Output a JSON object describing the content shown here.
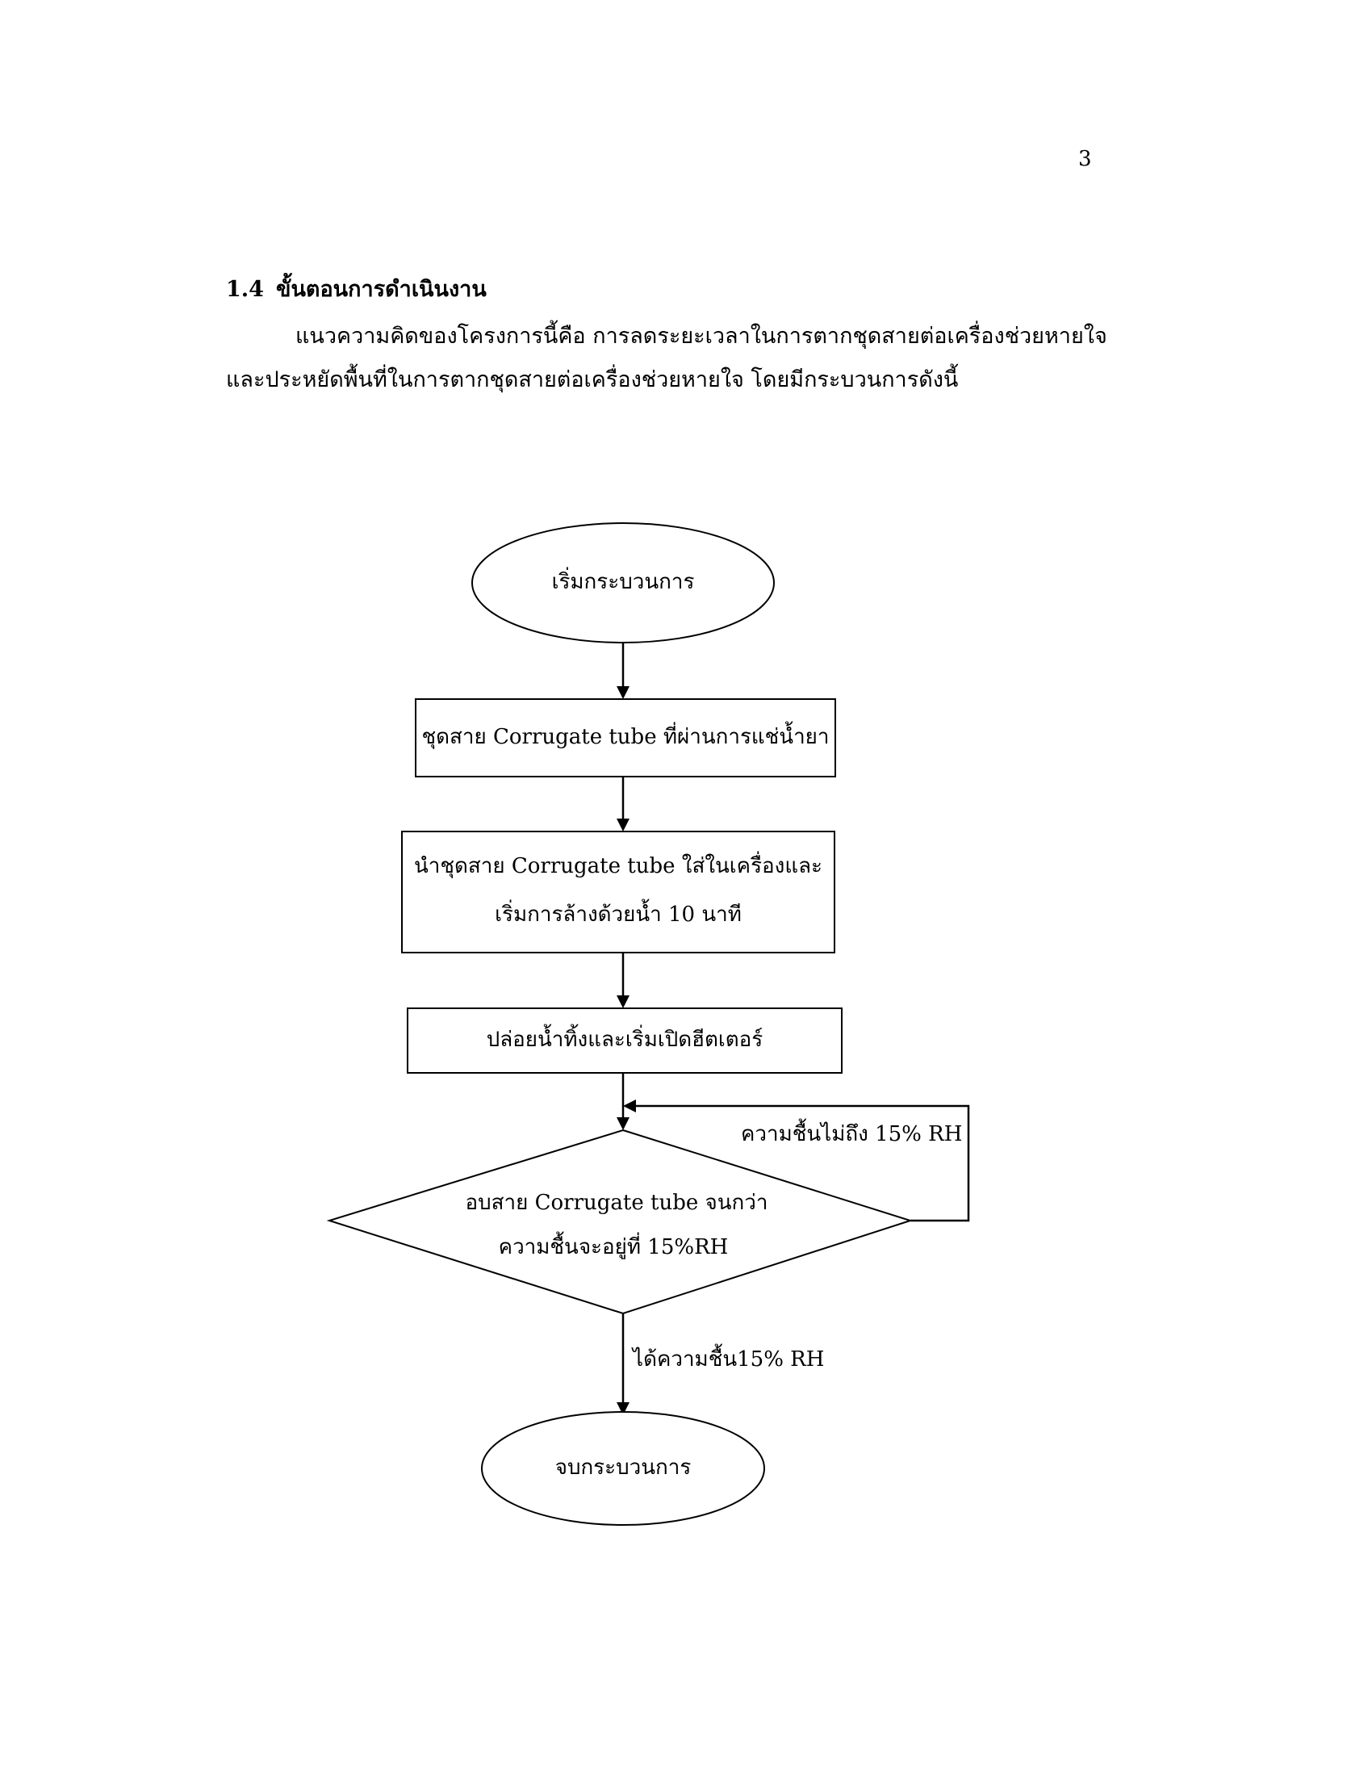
{
  "page_number": "3",
  "section": {
    "number": "1.4",
    "title": "ขั้นตอนการดำเนินงาน"
  },
  "paragraph": {
    "line1": "แนวความคิดของโครงการนี้คือ การลดระยะเวลาในการตากชุดสายต่อเครื่องช่วยหายใจ",
    "line2": "และประหยัดพื้นที่ในการตากชุดสายต่อเครื่องช่วยหายใจ โดยมีกระบวนการดังนี้"
  },
  "flowchart": {
    "start": "เริ่มกระบวนการ",
    "step1": "ชุดสาย Corrugate tube ที่ผ่านการแช่น้ำยา",
    "step2_line1": "นำชุดสาย Corrugate tube ใส่ในเครื่องและ",
    "step2_line2": "เริ่มการล้างด้วยน้ำ 10 นาที",
    "step3": "ปล่อยน้ำทิ้งและเริ่มเปิดฮีตเตอร์",
    "decision_line1": "อบสาย Corrugate tube จนกว่า",
    "decision_line2": "ความชื้นจะอยู่ที่  15%RH",
    "loop_label": "ความชื้นไม่ถึง 15% RH",
    "yes_label": "ได้ความชื้น15% RH",
    "end": "จบกระบวนการ"
  }
}
